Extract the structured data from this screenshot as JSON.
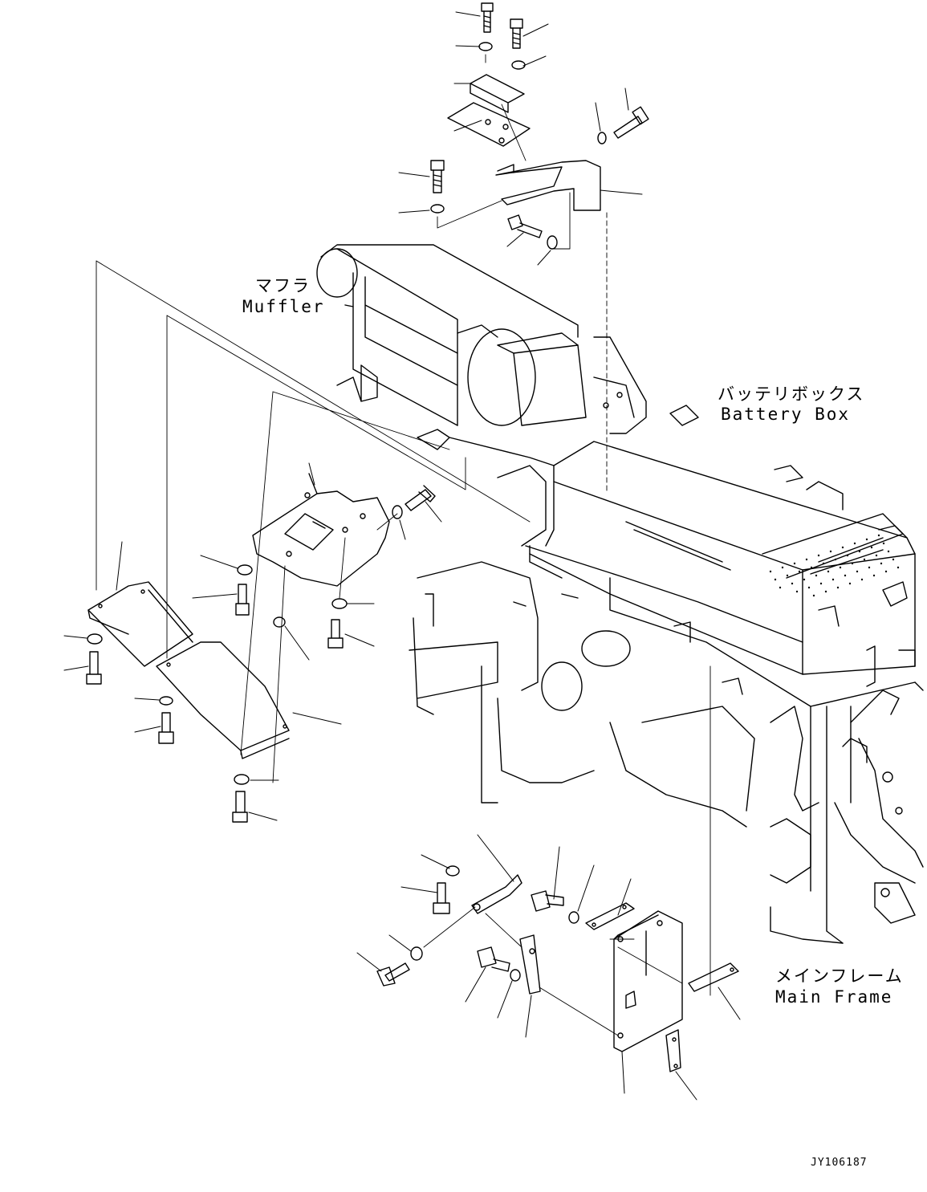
{
  "labels": {
    "muffler": {
      "ja": "マフラ",
      "en": "Muffler"
    },
    "battery_box": {
      "ja": "バッテリボックス",
      "en": "Battery Box"
    },
    "main_frame": {
      "ja": "メインフレーム",
      "en": "Main Frame"
    }
  },
  "figure_id": "JY106187",
  "colors": {
    "line": "#000000",
    "background": "#ffffff"
  }
}
